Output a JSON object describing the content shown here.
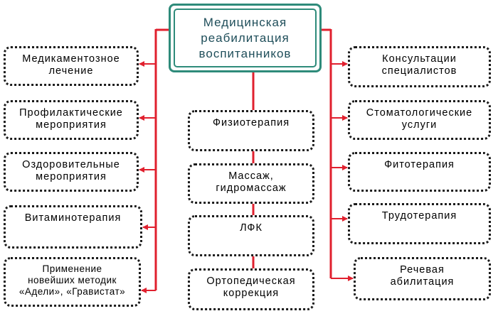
{
  "main": {
    "title": "Медицинская\nреабилитация\nвоспитанников"
  },
  "left_items": [
    {
      "label": "Медикаментозное\nлечение"
    },
    {
      "label": "Профилактические\nмероприятия"
    },
    {
      "label": "Оздоровительные\nмероприятия"
    },
    {
      "label": "Витаминотерапия"
    },
    {
      "label": "Применение\nновейших методик\n«Адели», «Гравистат»"
    }
  ],
  "center_items": [
    {
      "label": "Физиотерапия"
    },
    {
      "label": "Массаж,\nгидромассаж"
    },
    {
      "label": "ЛФК"
    },
    {
      "label": "Ортопедическая\nкоррекция"
    }
  ],
  "right_items": [
    {
      "label": "Консультации\nспециалистов"
    },
    {
      "label": "Стоматологические\nуслуги"
    },
    {
      "label": "Фитотерапия"
    },
    {
      "label": "Трудотерапия"
    },
    {
      "label": "Речевая\nабилитация"
    }
  ],
  "colors": {
    "connector": "#e0202e",
    "main_border": "#2e8b7a",
    "main_text": "#1f4e5a",
    "box_border": "#1a1a1a"
  }
}
